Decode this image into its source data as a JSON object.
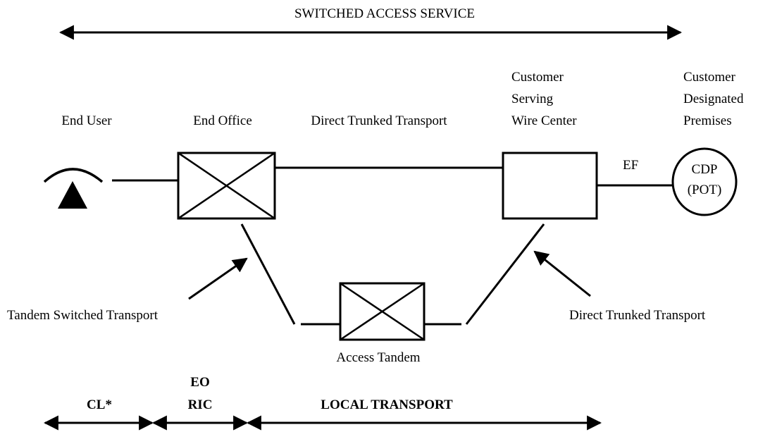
{
  "colors": {
    "ink": "#000000",
    "background": "#ffffff"
  },
  "header": {
    "title": "SWITCHED ACCESS SERVICE"
  },
  "nodes": {
    "end_user": {
      "label": "End User",
      "icon": "telephone-icon"
    },
    "end_office": {
      "label": "End Office",
      "icon": "switch-icon"
    },
    "customer_serving_wire_center": {
      "label_lines": [
        "Customer",
        "Serving",
        "Wire Center"
      ]
    },
    "customer_designated_premises": {
      "label_lines": [
        "Customer",
        "Designated",
        "Premises"
      ]
    },
    "cdp_circle": {
      "label_lines": [
        "CDP",
        "(POT)"
      ]
    },
    "access_tandem": {
      "label": "Access Tandem",
      "icon": "switch-icon"
    }
  },
  "links": {
    "direct_trunked_top": "Direct Trunked Transport",
    "ef": "EF",
    "tandem_switched_transport": "Tandem Switched Transport",
    "direct_trunked_bottom": "Direct Trunked Transport"
  },
  "footer": {
    "cl": "CL*",
    "eo_ric_lines": [
      "EO",
      "RIC"
    ],
    "local_transport": "LOCAL TRANSPORT"
  }
}
